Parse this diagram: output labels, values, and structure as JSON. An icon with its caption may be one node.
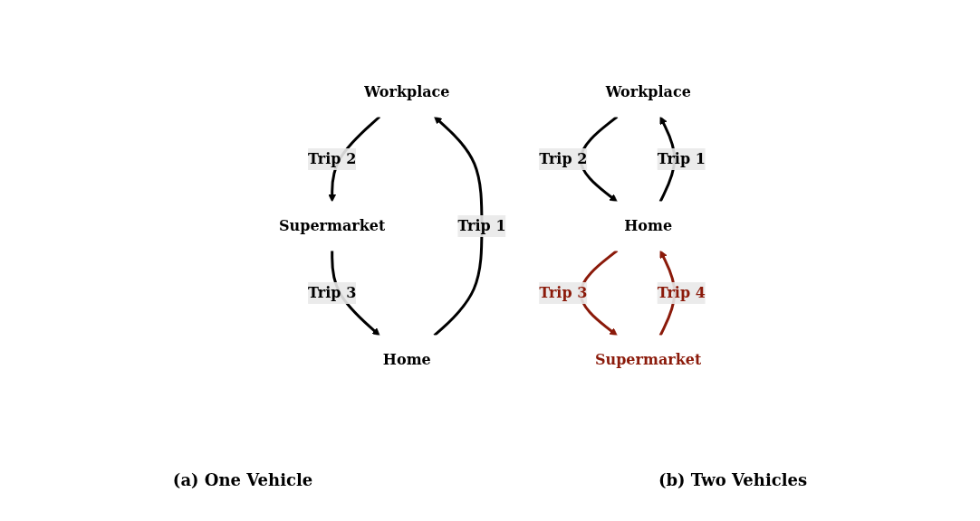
{
  "diagram": {
    "nodes": [
      {
        "text": [
          "Workplace"
        ]
      },
      {
        "text": [
          "Supermarket"
        ]
      },
      {
        "text": [
          "Home"
        ]
      },
      {
        "text": [
          "Workplace"
        ]
      },
      {
        "text": [
          "Supermarket"
        ]
      },
      {
        "text": [
          "Home"
        ]
      }
    ],
    "edges": [
      {
        "from": 2,
        "to": 0,
        "arrow": "to",
        "label": "Trip 1"
      },
      {
        "from": 0,
        "to": 1,
        "arrow": "to",
        "label": "Trip 2"
      },
      {
        "from": 1,
        "to": 2,
        "arrow": "to",
        "label": "Trip 3"
      },
      {
        "from": 5,
        "to": 3,
        "arrow": "to",
        "label": "Trip 1"
      },
      {
        "from": 3,
        "to": 5,
        "arrow": "to",
        "label": "Trip 2"
      },
      {
        "from": 5,
        "to": 4,
        "arrow": "to",
        "label": "Trip 3",
        "color": "#8b1a0a"
      },
      {
        "from": 4,
        "to": 5,
        "arrow": "to",
        "label": "Trip 4",
        "color": "#8b1a0a"
      }
    ],
    "labels": [
      "(a) One Vehicle",
      "(b) Two Vehicles"
    ]
  }
}
